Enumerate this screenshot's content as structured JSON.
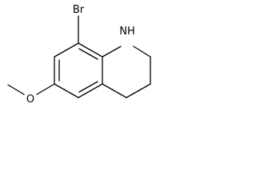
{
  "molecule": {
    "atoms": {
      "bromine": "Br",
      "amine": "NH",
      "oxygen": "O"
    },
    "colors": {
      "bond": "#000000",
      "label": "#000000",
      "background": "#ffffff"
    }
  }
}
